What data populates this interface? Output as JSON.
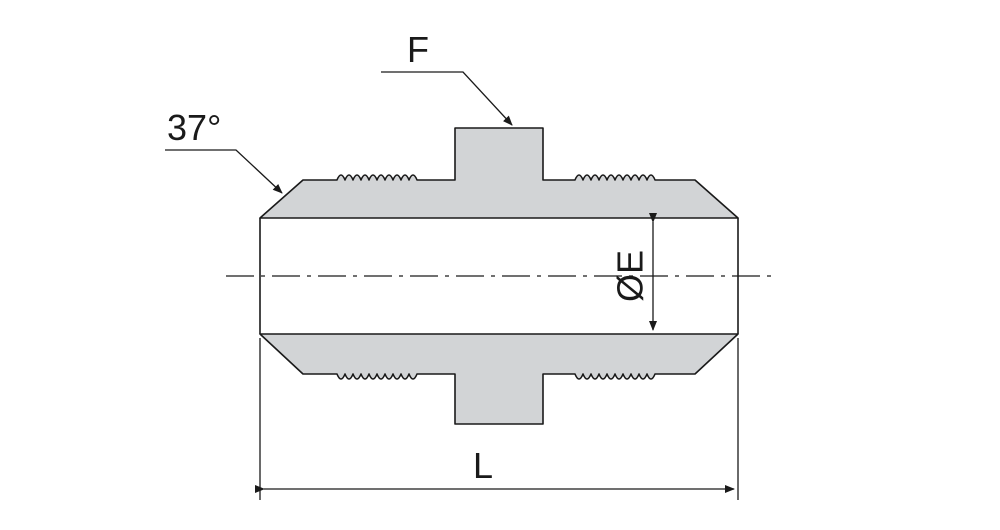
{
  "labels": {
    "angle": "37°",
    "hex": "F",
    "bore": "ØE",
    "length": "L"
  },
  "colors": {
    "body_fill": "#d2d4d6",
    "line": "#1a1a1a",
    "background": "#ffffff"
  }
}
